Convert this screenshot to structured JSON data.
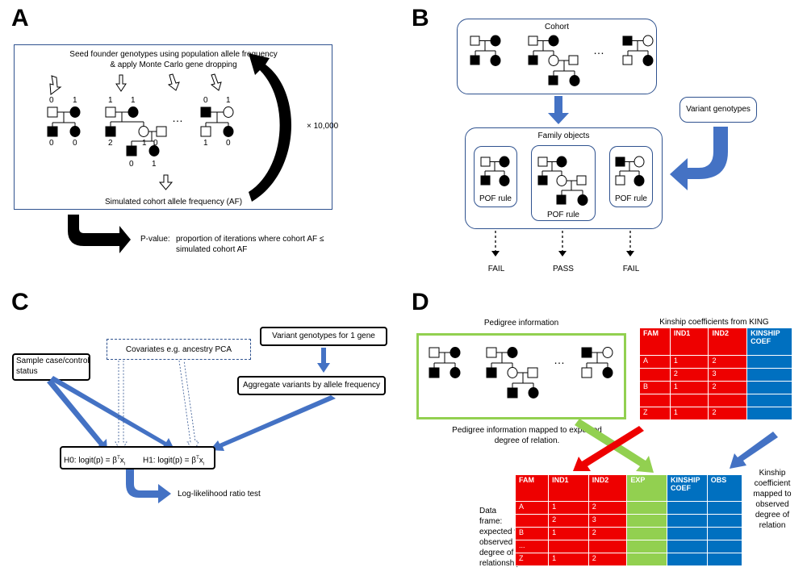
{
  "colors": {
    "arrow_blue": "#4472c4",
    "green": "#92d050",
    "red": "#ee0000",
    "blue": "#0070c0"
  },
  "panel_a": {
    "letter": "A",
    "seed_text_line1": "Seed founder genotypes using population allele frequency",
    "seed_text_line2": "& apply Monte Carlo gene dropping",
    "simulated_label": "Simulated cohort allele frequency (AF)",
    "iterations_label": "× 10,000",
    "ellipsis": "…",
    "pvalue_label": "P-value:",
    "pvalue_line1": "proportion of iterations where cohort AF ≤",
    "pvalue_line2": "simulated cohort AF",
    "family1": {
      "top_left": "0",
      "top_right": "1",
      "bottom_left": "0",
      "bottom_right": "0"
    },
    "family2": {
      "top_left": "1",
      "top_right": "1",
      "mid_left": "2",
      "mid_center": "1",
      "mid_right": "0",
      "bottom_left": "0",
      "bottom_right": "1"
    },
    "family3": {
      "top_left": "0",
      "top_right": "1",
      "bottom_left": "1",
      "bottom_right": "0"
    }
  },
  "panel_b": {
    "letter": "B",
    "cohort_label": "Cohort",
    "ellipsis": "…",
    "variant_genotypes_label": "Variant genotypes",
    "family_objects_label": "Family objects",
    "pof_rule_label": "POF rule",
    "results": [
      "FAIL",
      "PASS",
      "FAIL"
    ]
  },
  "panel_c": {
    "letter": "C",
    "covariates_label": "Covariates e.g. ancestry PCA",
    "variant_genotypes_label": "Variant genotypes for 1 gene",
    "sample_status_line1": "Sample case/control",
    "sample_status_line2": "status",
    "aggregate_label": "Aggregate variants by allele frequency",
    "h0_label": "H0: logit(p) = β",
    "h1_label": "H1: logit(p) = β",
    "superscript_T": "T",
    "x_label": "x",
    "subscript_i": "i",
    "llr_label": "Log-likelihood ratio test"
  },
  "panel_d": {
    "letter": "D",
    "pedigree_info_label": "Pedigree information",
    "ellipsis": "…",
    "pedigree_mapped_line1": "Pedigree information mapped to expected",
    "pedigree_mapped_line2": "degree of relation.",
    "kinship_title": "Kinship coefficients from KING",
    "kinship_headers": [
      "FAM",
      "IND1",
      "IND2",
      "KINSHIP COEF"
    ],
    "kinship_rows": [
      [
        "A",
        "1",
        "2",
        ""
      ],
      [
        "",
        "2",
        "3",
        ""
      ],
      [
        "B",
        "1",
        "2",
        ""
      ],
      [
        "",
        "",
        "",
        ""
      ],
      [
        "Z",
        "1",
        "2",
        ""
      ]
    ],
    "kinship_mapped_lines": [
      "Kinship",
      "coefficient",
      "mapped to",
      "observed",
      "degree of",
      "relation"
    ],
    "dataframe_lines": [
      "Data frame:",
      "expected v",
      "observed",
      "degree of",
      "relationship"
    ],
    "dataframe_headers": [
      "FAM",
      "IND1",
      "IND2",
      "EXP",
      "KINSHIP COEF",
      "OBS"
    ],
    "dataframe_rows": [
      [
        "A",
        "1",
        "2",
        "",
        "",
        ""
      ],
      [
        "",
        "2",
        "3",
        "",
        "",
        ""
      ],
      [
        "B",
        "1",
        "2",
        "",
        "",
        ""
      ],
      [
        "...",
        "",
        "",
        "",
        "",
        ""
      ],
      [
        "Z",
        "1",
        "2",
        "",
        "",
        ""
      ]
    ]
  }
}
